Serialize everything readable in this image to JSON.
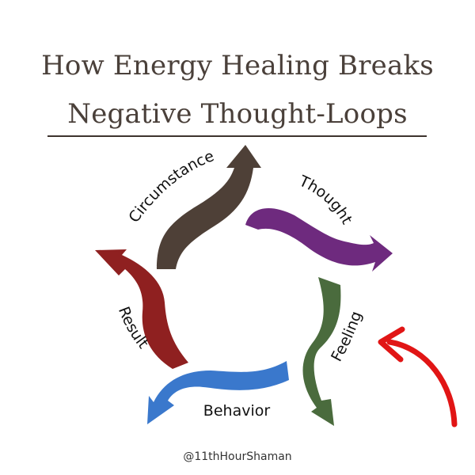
{
  "title": {
    "line1": "How Energy Healing Breaks",
    "line2": "Negative Thought-Loops"
  },
  "cycle": [
    {
      "label": "Circumstance",
      "color": "#4e4037"
    },
    {
      "label": "Thought",
      "color": "#6e2a7e"
    },
    {
      "label": "Feeling",
      "color": "#4a6b3d"
    },
    {
      "label": "Behavior",
      "color": "#3a78cc"
    },
    {
      "label": "Result",
      "color": "#8f2020"
    }
  ],
  "pointer_arrow": {
    "color": "#e11515",
    "target": "Feeling"
  },
  "credit": "@11thHourShaman"
}
